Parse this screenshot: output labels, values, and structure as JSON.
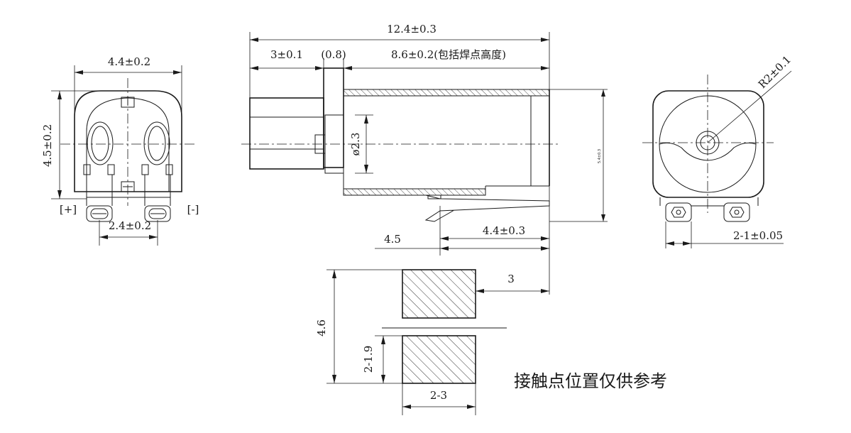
{
  "dims": {
    "front_width": "4.4±0.2",
    "front_height": "4.5±0.2",
    "front_pad_spacing": "2.4±0.2",
    "plus_label": "[+]",
    "minus_label": "[-]",
    "total_length": "12.4±0.3",
    "left_segment": "3±0.1",
    "flange": "(0.8)",
    "body_length": "8.6±0.2(包括焊点高度)",
    "shaft_dia": "ø2.3",
    "side_height": "5.4±0.3",
    "contact_len_short": "4.5",
    "contact_len": "4.4±0.3",
    "radius": "R2±0.1",
    "rear_pad_spacing": "2-1±0.05",
    "pad_gap": "3",
    "pad_total_height": "4.6",
    "pad_height": "2-1.9",
    "pad_width": "2-3"
  },
  "note": "接触点位置仅供参考"
}
